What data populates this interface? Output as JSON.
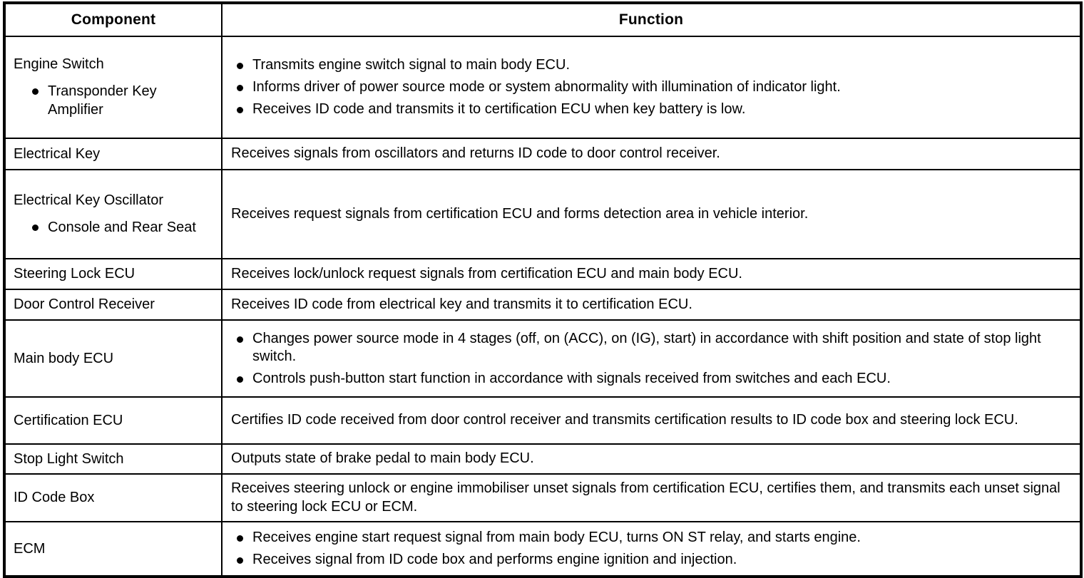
{
  "table": {
    "headers": {
      "component": "Component",
      "function": "Function"
    },
    "rows": [
      {
        "id": "engine-switch",
        "component": "Engine Switch",
        "component_sub": [
          "Transponder Key Amplifier"
        ],
        "function_bullets": [
          "Transmits engine switch signal to main body ECU.",
          "Informs driver of power source mode or system abnormality with illumination of indicator light.",
          "Receives ID code and transmits it to certification ECU when key battery is low."
        ]
      },
      {
        "id": "electrical-key",
        "component": "Electrical Key",
        "function_text": "Receives signals from oscillators and returns ID code to door control receiver."
      },
      {
        "id": "key-oscillator",
        "component": "Electrical Key Oscillator",
        "component_sub": [
          "Console and Rear Seat"
        ],
        "function_text": "Receives request signals from certification ECU and forms detection area in vehicle interior."
      },
      {
        "id": "steering-lock",
        "component": "Steering Lock ECU",
        "function_text": "Receives lock/unlock request signals from certification ECU and main body ECU."
      },
      {
        "id": "door-receiver",
        "component": "Door Control Receiver",
        "function_text": "Receives ID code from electrical key and transmits it to certification ECU."
      },
      {
        "id": "main-body",
        "component": "Main body ECU",
        "function_bullets": [
          "Changes power source mode in 4 stages (off, on (ACC), on (IG), start) in accordance with shift position and state of stop light switch.",
          "Controls push-button start function in accordance with signals received from switches and each ECU."
        ]
      },
      {
        "id": "certification",
        "component": "Certification ECU",
        "function_text": "Certifies ID code received from door control receiver and transmits certification results to ID code box and steering lock ECU."
      },
      {
        "id": "stop-light",
        "component": "Stop Light Switch",
        "function_text": "Outputs state of brake pedal to main body ECU."
      },
      {
        "id": "id-code-box",
        "component": "ID Code Box",
        "function_text": "Receives steering unlock or engine immobiliser unset signals from certification ECU, certifies them, and transmits each unset signal to steering lock ECU or ECM."
      },
      {
        "id": "ecm",
        "component": "ECM",
        "function_bullets": [
          "Receives engine start request signal from main body ECU, turns ON ST relay, and starts engine.",
          "Receives signal from ID code box and performs engine ignition and injection."
        ]
      }
    ]
  }
}
